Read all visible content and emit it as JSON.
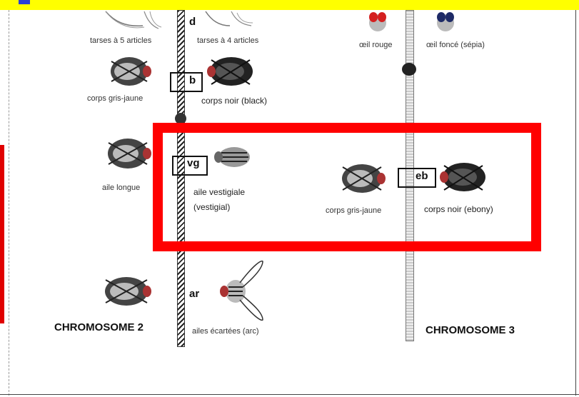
{
  "colors": {
    "topbar": "#ffff00",
    "highlight": "#ff0000",
    "red_eye": "#d42020",
    "sepia_eye": "#1d2a66"
  },
  "chromosome2": {
    "title": "CHROMOSOME 2",
    "loci": [
      "d",
      "b",
      "vg",
      "ar"
    ],
    "phenotypes": {
      "tarses_5": "tarses à 5 articles",
      "tarses_4": "tarses à 4 articles",
      "corps_gris_jaune": "corps gris-jaune",
      "corps_noir_black": "corps noir (black)",
      "aile_longue": "aile longue",
      "aile_vestigiale_1": "aile vestigiale",
      "aile_vestigiale_2": "(vestigial)",
      "ailes_ecartees": "ailes écartées (arc)"
    }
  },
  "chromosome3": {
    "title": "CHROMOSOME 3",
    "loci": [
      "eb"
    ],
    "phenotypes": {
      "oeil_rouge": "œil rouge",
      "oeil_fonce": "œil foncé (sépia)",
      "corps_gris_jaune": "corps gris-jaune",
      "corps_noir_ebony": "corps noir (ebony)"
    }
  },
  "icons": [
    "fly-icon",
    "fly-leg-icon",
    "fly-head-icon"
  ]
}
